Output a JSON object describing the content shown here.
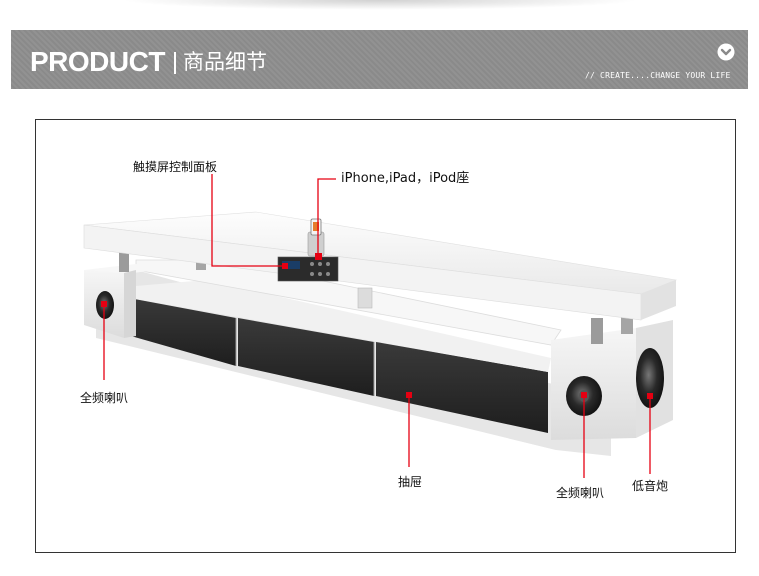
{
  "banner": {
    "title": "PRODUCT",
    "subtitle": "商品细节",
    "tagline": "// CREATE....CHANGE YOUR LIFE",
    "chevron_icon": "chevron-down-circle-icon"
  },
  "callouts": {
    "touch_panel": "触摸屏控制面板",
    "dock": "iPhone,iPad，iPod座",
    "left_speaker": "全频喇叭",
    "drawer": "抽屉",
    "right_speaker": "全频喇叭",
    "subwoofer": "低音炮"
  },
  "colors": {
    "banner_bg": "#8a8a8a",
    "callout_line": "#e60012",
    "drawer_front": "#2f2f2f",
    "cabinet_white": "#f3f3f3"
  }
}
